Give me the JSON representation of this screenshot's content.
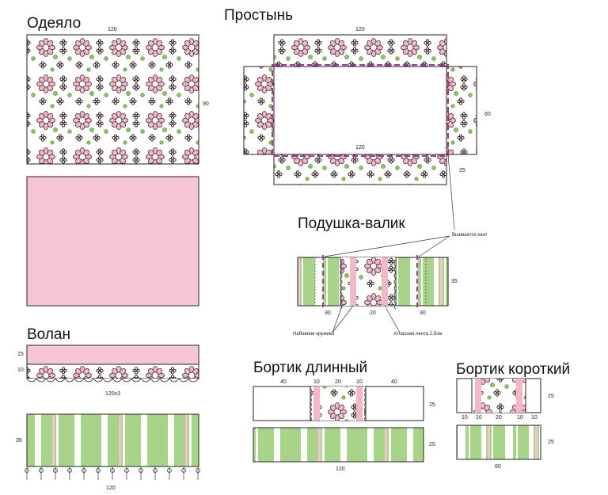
{
  "titles": {
    "blanket": "Одеяло",
    "sheet": "Простынь",
    "bolster": "Подушка-валик",
    "ruffle": "Волан",
    "bumper_long": "Бортик длинный",
    "bumper_short": "Бортик короткий"
  },
  "blanket": {
    "width": "120",
    "height": "90"
  },
  "sheet": {
    "width_top": "120",
    "width_inner": "120",
    "height": "60",
    "flap": "25"
  },
  "bolster": {
    "piping_note": "Вшивается кант",
    "lace_note": "Набивное кружево",
    "ribbon_note": "Атласная лента 2,5см",
    "seg_left": "30",
    "seg_mid": "20",
    "seg_right": "30",
    "height": "35"
  },
  "ruffle": {
    "top_band": "15",
    "pattern_band": "10",
    "length": "120x3",
    "striped_height": "35",
    "striped_length": "120"
  },
  "bumper_long": {
    "seg_a": "40",
    "seg_b": "10",
    "seg_c": "20",
    "seg_d": "10",
    "seg_e": "40",
    "height_top": "25",
    "height_bottom": "25",
    "length": "120"
  },
  "bumper_short": {
    "seg_a": "10",
    "seg_b": "10",
    "seg_c": "20",
    "seg_d": "10",
    "seg_e": "10",
    "height_top": "25",
    "height_bottom": "25",
    "length": "60"
  },
  "colors": {
    "pink": "#f6c6d4",
    "pink_strong": "#e9a6ba",
    "green": "#a8d48a",
    "green_dark": "#7fbf5a",
    "dashed": "#9b3b8f",
    "ink": "#3a2a2a"
  }
}
